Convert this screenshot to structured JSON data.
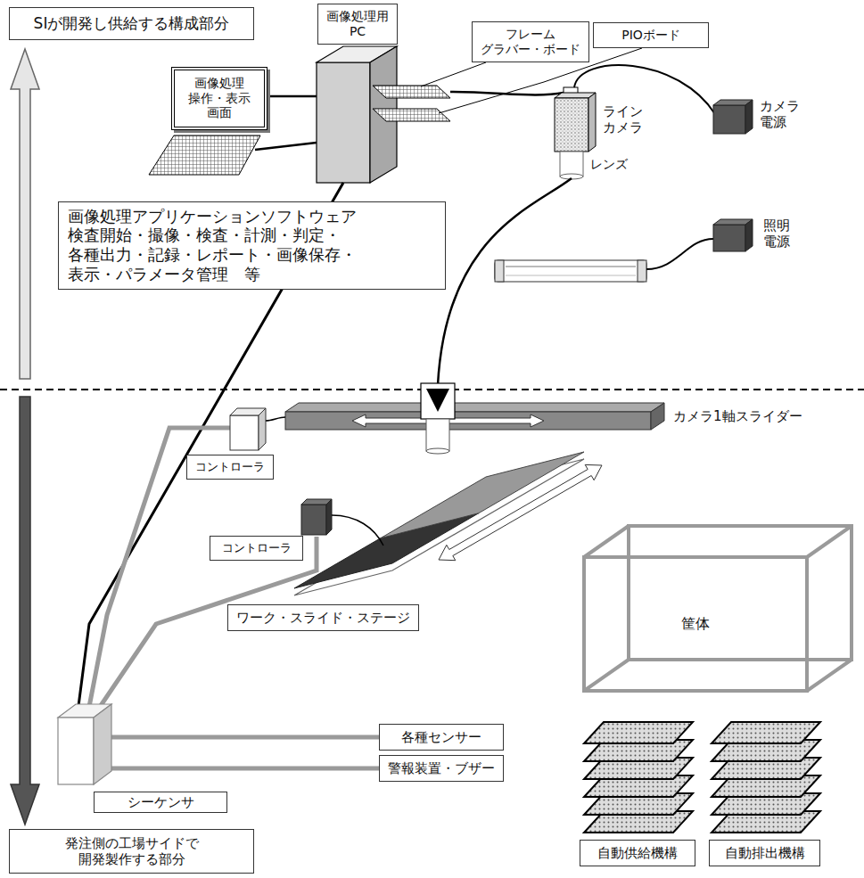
{
  "diagram": {
    "nodes": [
      {
        "text": [
          "SIが開発し供給する構成部分"
        ]
      },
      {
        "text": [
          "画像処理用 PC"
        ]
      },
      {
        "text": [
          "フレーム グラバー・ボード"
        ]
      },
      {
        "text": [
          "PIOボード"
        ]
      },
      {
        "text": [
          "画像処理 操作・表示 画面"
        ]
      },
      {
        "text": [
          "画像処理アプリケーションソフトウェア 検査開始・撮像・検査・計測・判定・ 各種出力・記録・レポート・画像保存・ 表示・パラメータ管理　等"
        ]
      },
      {
        "text": [
          "コントローラ"
        ]
      },
      {
        "text": [
          "コントローラ"
        ]
      },
      {
        "text": [
          "筐体"
        ]
      },
      {
        "text": [
          "ワーク・スライド・ステージ"
        ]
      },
      {
        "text": [
          "各種センサー"
        ]
      },
      {
        "text": [
          "警報装置・ブザー"
        ]
      },
      {
        "text": [
          "シーケンサ"
        ]
      },
      {
        "text": [
          "自動供給機構"
        ]
      },
      {
        "text": [
          "自動排出機構"
        ]
      },
      {
        "text": [
          "発注側の工場サイドで 開発製作する部分"
        ]
      }
    ],
    "edges": [
      {
        "from": 12,
        "to": 10,
        "arrow": "none"
      },
      {
        "from": 12,
        "to": 11,
        "arrow": "none"
      }
    ],
    "labels": [
      "ライン カメラ",
      "レンズ",
      "カメラ 電源",
      "照明 電源",
      "カメラ1軸スライダー"
    ]
  }
}
